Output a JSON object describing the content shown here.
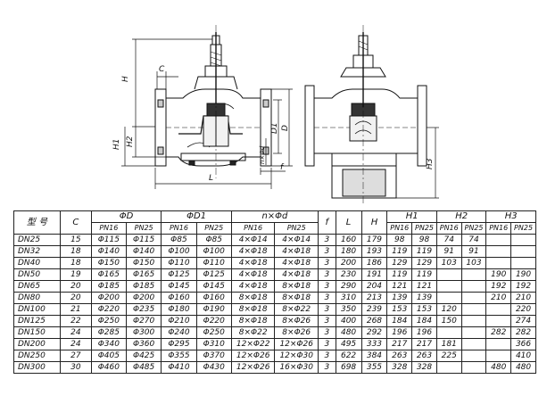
{
  "drawing": {
    "labels": {
      "H": "H",
      "C": "C",
      "H1": "H1",
      "H2": "H2",
      "D1": "D1",
      "D": "D",
      "nxd": "n×Φd",
      "f": "f",
      "L": "L",
      "H3": "H3"
    }
  },
  "table": {
    "headers": {
      "model": "型 号",
      "C": "C",
      "D": "ΦD",
      "D1": "ΦD1",
      "nxd": "n×Φd",
      "f": "f",
      "L": "L",
      "H": "H",
      "H1": "H1",
      "H2": "H2",
      "H3": "H3",
      "pn16": "PN16",
      "pn25": "PN25"
    },
    "rows": [
      [
        "DN25",
        "15",
        "Φ115",
        "Φ115",
        "Φ85",
        "Φ85",
        "4×Φ14",
        "4×Φ14",
        "3",
        "160",
        "179",
        "98",
        "98",
        "74",
        "74",
        "",
        ""
      ],
      [
        "DN32",
        "18",
        "Φ140",
        "Φ140",
        "Φ100",
        "Φ100",
        "4×Φ18",
        "4×Φ18",
        "3",
        "180",
        "193",
        "119",
        "119",
        "91",
        "91",
        "",
        ""
      ],
      [
        "DN40",
        "18",
        "Φ150",
        "Φ150",
        "Φ110",
        "Φ110",
        "4×Φ18",
        "4×Φ18",
        "3",
        "200",
        "186",
        "129",
        "129",
        "103",
        "103",
        "",
        ""
      ],
      [
        "DN50",
        "19",
        "Φ165",
        "Φ165",
        "Φ125",
        "Φ125",
        "4×Φ18",
        "4×Φ18",
        "3",
        "230",
        "191",
        "119",
        "119",
        "",
        "",
        "190",
        "190"
      ],
      [
        "DN65",
        "20",
        "Φ185",
        "Φ185",
        "Φ145",
        "Φ145",
        "4×Φ18",
        "8×Φ18",
        "3",
        "290",
        "204",
        "121",
        "121",
        "",
        "",
        "192",
        "192"
      ],
      [
        "DN80",
        "20",
        "Φ200",
        "Φ200",
        "Φ160",
        "Φ160",
        "8×Φ18",
        "8×Φ18",
        "3",
        "310",
        "213",
        "139",
        "139",
        "",
        "",
        "210",
        "210"
      ],
      [
        "DN100",
        "21",
        "Φ220",
        "Φ235",
        "Φ180",
        "Φ190",
        "8×Φ18",
        "8×Φ22",
        "3",
        "350",
        "239",
        "153",
        "153",
        "120",
        "",
        "",
        "220"
      ],
      [
        "DN125",
        "22",
        "Φ250",
        "Φ270",
        "Φ210",
        "Φ220",
        "8×Φ18",
        "8×Φ26",
        "3",
        "400",
        "268",
        "184",
        "184",
        "150",
        "",
        "",
        "274"
      ],
      [
        "DN150",
        "24",
        "Φ285",
        "Φ300",
        "Φ240",
        "Φ250",
        "8×Φ22",
        "8×Φ26",
        "3",
        "480",
        "292",
        "196",
        "196",
        "",
        "",
        "282",
        "282"
      ],
      [
        "DN200",
        "24",
        "Φ340",
        "Φ360",
        "Φ295",
        "Φ310",
        "12×Φ22",
        "12×Φ26",
        "3",
        "495",
        "333",
        "217",
        "217",
        "181",
        "",
        "",
        "366"
      ],
      [
        "DN250",
        "27",
        "Φ405",
        "Φ425",
        "Φ355",
        "Φ370",
        "12×Φ26",
        "12×Φ30",
        "3",
        "622",
        "384",
        "263",
        "263",
        "225",
        "",
        "",
        "410"
      ],
      [
        "DN300",
        "30",
        "Φ460",
        "Φ485",
        "Φ410",
        "Φ430",
        "12×Φ26",
        "16×Φ30",
        "3",
        "698",
        "355",
        "328",
        "328",
        "",
        "",
        "480",
        "480"
      ]
    ]
  }
}
